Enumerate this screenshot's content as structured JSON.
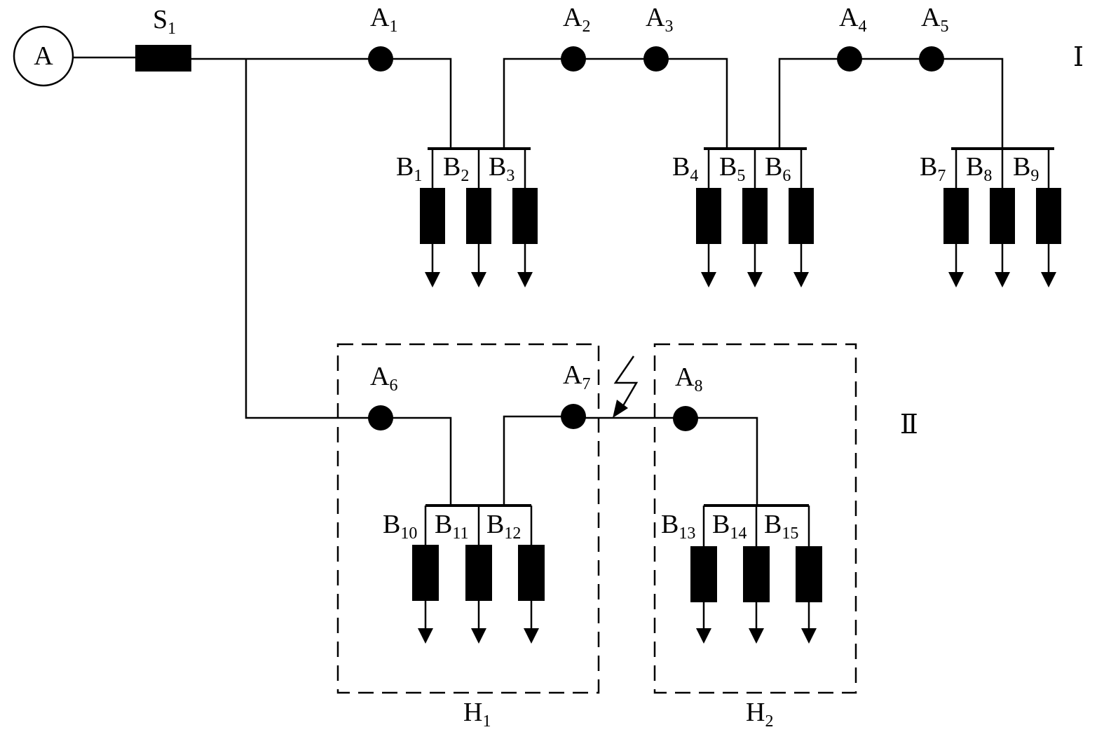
{
  "source": {
    "label": "A"
  },
  "switch": {
    "label": "S",
    "sub": "1"
  },
  "nodes": [
    {
      "label": "A",
      "sub": "1"
    },
    {
      "label": "A",
      "sub": "2"
    },
    {
      "label": "A",
      "sub": "3"
    },
    {
      "label": "A",
      "sub": "4"
    },
    {
      "label": "A",
      "sub": "5"
    },
    {
      "label": "A",
      "sub": "6"
    },
    {
      "label": "A",
      "sub": "7"
    },
    {
      "label": "A",
      "sub": "8"
    }
  ],
  "branches": [
    {
      "label": "B",
      "sub": "1"
    },
    {
      "label": "B",
      "sub": "2"
    },
    {
      "label": "B",
      "sub": "3"
    },
    {
      "label": "B",
      "sub": "4"
    },
    {
      "label": "B",
      "sub": "5"
    },
    {
      "label": "B",
      "sub": "6"
    },
    {
      "label": "B",
      "sub": "7"
    },
    {
      "label": "B",
      "sub": "8"
    },
    {
      "label": "B",
      "sub": "9"
    },
    {
      "label": "B",
      "sub": "10"
    },
    {
      "label": "B",
      "sub": "11"
    },
    {
      "label": "B",
      "sub": "12"
    },
    {
      "label": "B",
      "sub": "13"
    },
    {
      "label": "B",
      "sub": "14"
    },
    {
      "label": "B",
      "sub": "15"
    }
  ],
  "regions": [
    {
      "label": "H",
      "sub": "1"
    },
    {
      "label": "H",
      "sub": "2"
    }
  ],
  "lines": [
    {
      "label": "Ⅰ"
    },
    {
      "label": "Ⅱ"
    }
  ],
  "fault_icon": "lightning-fault-arrow"
}
